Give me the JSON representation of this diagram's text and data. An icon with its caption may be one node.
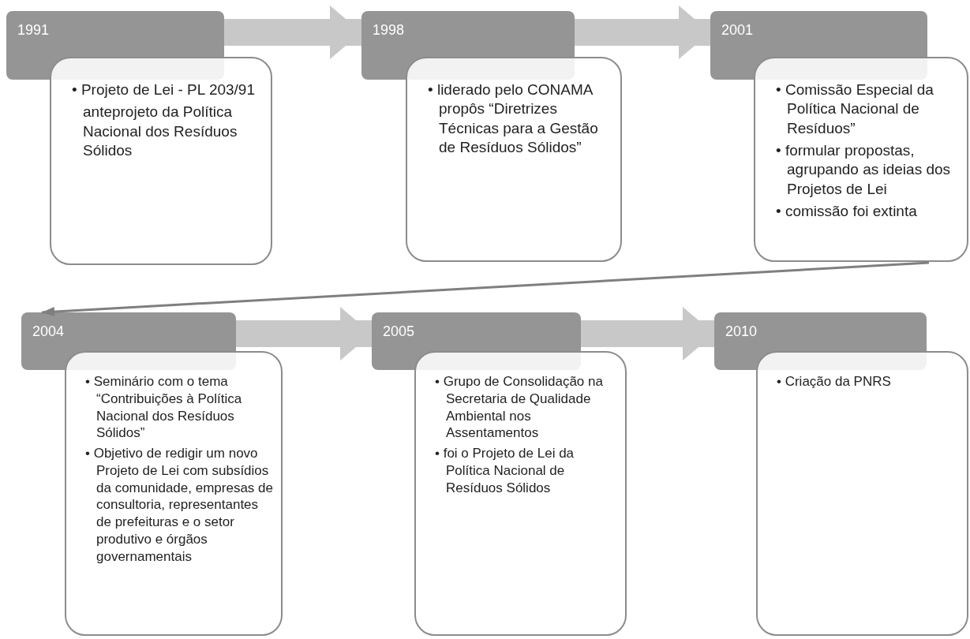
{
  "diagram": {
    "nodes": [
      {
        "text": [
          "1991"
        ]
      },
      {
        "text": [
          "• Projeto de Lei - PL 203/91",
          "anteprojeto da Política Nacional dos Resíduos Sólidos"
        ]
      },
      {
        "text": [
          "1998"
        ]
      },
      {
        "text": [
          "• liderado pelo CONAMA propôs “Diretrizes Técnicas para a Gestão de Resíduos Sólidos”"
        ]
      },
      {
        "text": [
          "2001"
        ]
      },
      {
        "text": [
          "• Comissão Especial da Política Nacional de Resíduos”",
          "• formular propostas, agrupando as ideias dos Projetos de Lei",
          "• comissão foi extinta"
        ]
      },
      {
        "text": [
          "2004"
        ]
      },
      {
        "text": [
          "• Seminário com o tema “Contribuições à Política Nacional dos Resíduos Sólidos”",
          "• Objetivo de redigir um novo Projeto de Lei com subsídios da comunidade, empresas de consultoria, representantes de prefeituras e o setor produtivo e órgãos governamentais"
        ]
      },
      {
        "text": [
          "2005"
        ]
      },
      {
        "text": [
          "• Grupo de Consolidação na Secretaria de Qualidade Ambiental nos Assentamentos",
          "• foi o Projeto de Lei da Política Nacional de Resíduos Sólidos"
        ]
      },
      {
        "text": [
          "2010"
        ]
      },
      {
        "text": [
          "• Criação da PNRS"
        ]
      }
    ],
    "edges": [
      {
        "from": 0,
        "to": 2,
        "arrow": "to"
      },
      {
        "from": 2,
        "to": 4,
        "arrow": "to"
      },
      {
        "from": 5,
        "to": 6,
        "arrow": "to",
        "color": "#7f7f7f"
      },
      {
        "from": 6,
        "to": 8,
        "arrow": "to"
      },
      {
        "from": 8,
        "to": 10,
        "arrow": "to"
      }
    ]
  }
}
